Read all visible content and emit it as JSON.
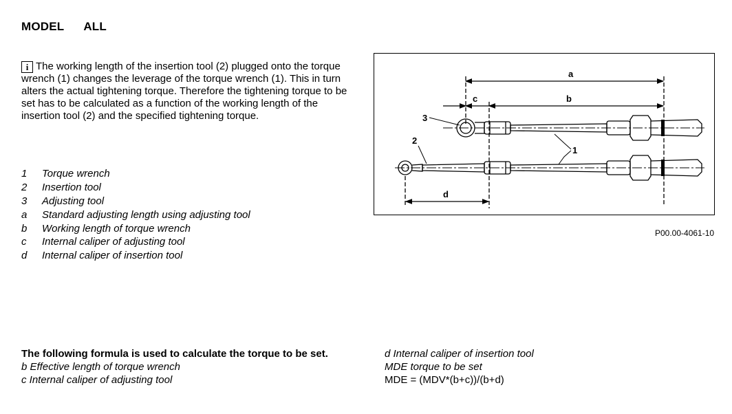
{
  "header": {
    "model_label": "MODEL",
    "model_value": "ALL"
  },
  "info": {
    "icon": "info-icon",
    "icon_glyph": "i",
    "text": "The working length of the insertion tool (2) plugged onto the torque wrench (1) changes the leverage of the torque wrench (1). This in turn alters the actual tightening torque. Therefore the tightening torque to be set has to be calculated as a function of the working length of the insertion tool (2) and the specified tightening torque."
  },
  "legend": [
    {
      "key": "1",
      "label": "Torque wrench"
    },
    {
      "key": "2",
      "label": "Insertion tool"
    },
    {
      "key": "3",
      "label": "Adjusting tool"
    },
    {
      "key": "a",
      "label": "Standard adjusting length using adjusting tool"
    },
    {
      "key": "b",
      "label": "Working length of torque wrench"
    },
    {
      "key": "c",
      "label": "Internal caliper of adjusting tool"
    },
    {
      "key": "d",
      "label": "Internal caliper of insertion tool"
    }
  ],
  "figure": {
    "labels": {
      "a": "a",
      "b": "b",
      "c": "c",
      "d": "d",
      "n1": "1",
      "n2": "2",
      "n3": "3"
    },
    "id": "P00.00-4061-10"
  },
  "formula": {
    "intro": "The following formula is used to calculate the torque to be set.",
    "left_lines": [
      "b Effective length of torque wrench",
      "c Internal caliper of adjusting tool"
    ],
    "right_lines": [
      "d Internal caliper of insertion tool",
      "MDE torque to be set"
    ],
    "equation": "MDE = (MDV*(b+c))/(b+d)"
  }
}
